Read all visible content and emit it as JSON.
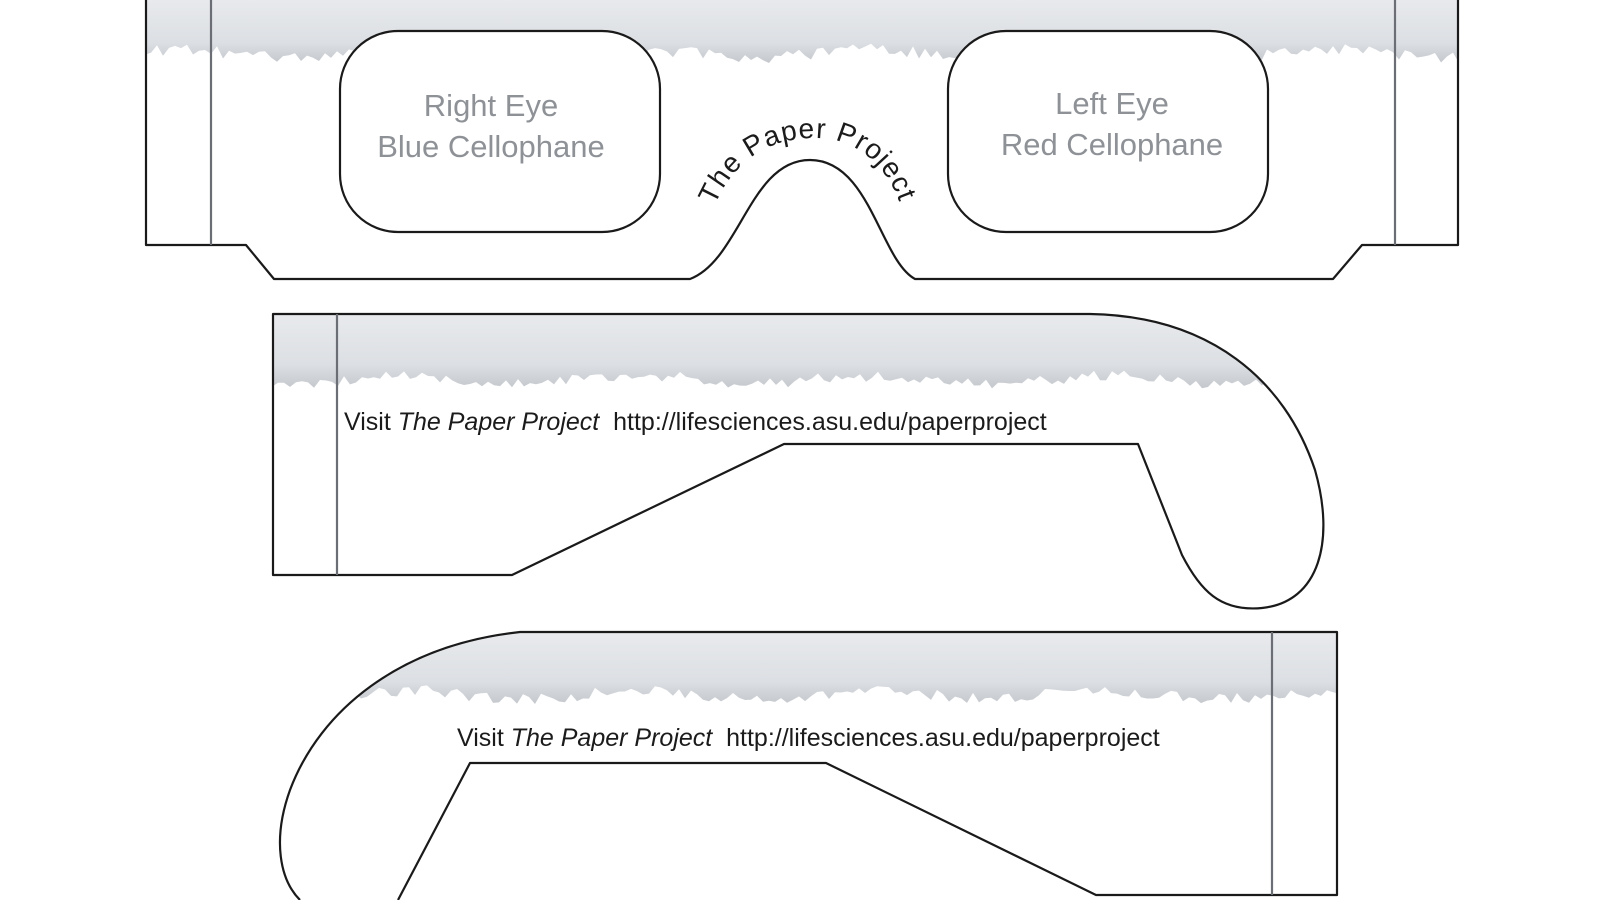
{
  "front": {
    "right_lens": {
      "line1": "Right Eye",
      "line2": "Blue Cellophane"
    },
    "left_lens": {
      "line1": "Left Eye",
      "line2": "Red Cellophane"
    },
    "bridge_arc_text": "The Paper Project"
  },
  "arm_right": {
    "visit": "Visit ",
    "project": "The Paper Project",
    "url": "  http://lifesciences.asu.edu/paperproject"
  },
  "arm_left": {
    "visit": "Visit ",
    "project": "The Paper Project",
    "url": "  http://lifesciences.asu.edu/paperproject"
  },
  "colors": {
    "outline": "#1a1a1a",
    "lens_text": "#8e9297",
    "torn_paper": "#d7dadf",
    "torn_edge": "#a9adb3"
  }
}
